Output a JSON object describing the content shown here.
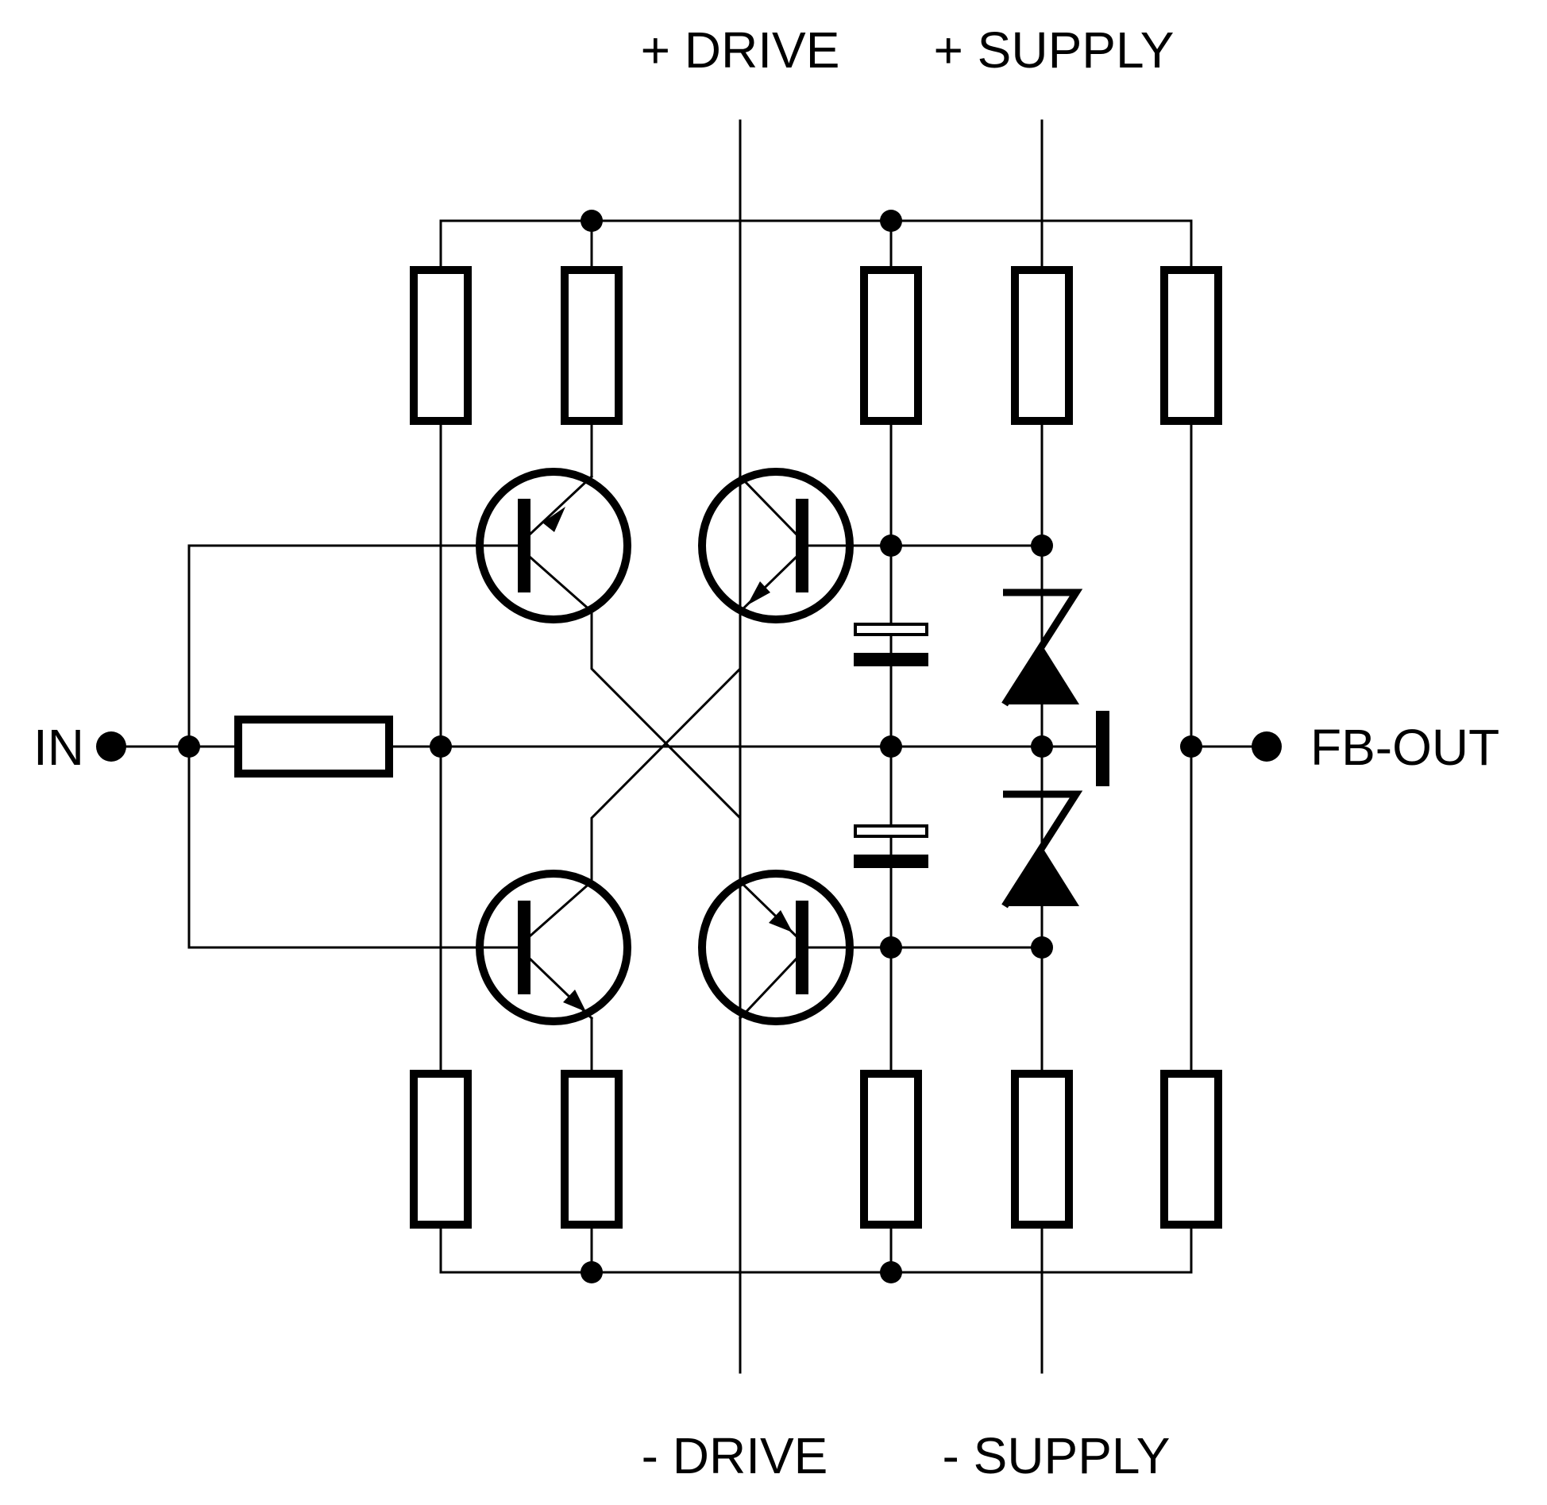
{
  "labels": {
    "plus_drive": "+ DRIVE",
    "plus_supply": "+ SUPPLY",
    "minus_drive": "- DRIVE",
    "minus_supply": "- SUPPLY",
    "input": "IN",
    "output": "FB-OUT"
  },
  "colors": {
    "ink": "#000000",
    "background": "#ffffff"
  }
}
